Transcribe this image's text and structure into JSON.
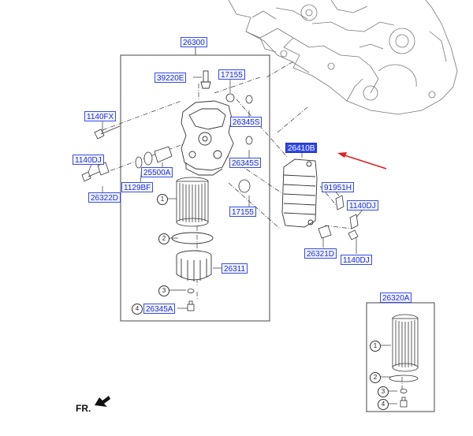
{
  "diagram": {
    "group_labels": {
      "main_assembly": "26300",
      "element_kit": "26320A"
    },
    "part_labels": [
      {
        "id": "p39220E",
        "text": "39220E",
        "highlight": false
      },
      {
        "id": "p17155a",
        "text": "17155",
        "highlight": false
      },
      {
        "id": "p1140FX",
        "text": "1140FX",
        "highlight": false
      },
      {
        "id": "p26345Sa",
        "text": "26345S",
        "highlight": false
      },
      {
        "id": "p26410B",
        "text": "26410B",
        "highlight": true
      },
      {
        "id": "p1140DJa",
        "text": "1140DJ",
        "highlight": false
      },
      {
        "id": "p26345Sb",
        "text": "26345S",
        "highlight": false
      },
      {
        "id": "p25500A",
        "text": "25500A",
        "highlight": false
      },
      {
        "id": "p1129BF",
        "text": "1129BF",
        "highlight": false
      },
      {
        "id": "p91951H",
        "text": "91951H",
        "highlight": false
      },
      {
        "id": "p26322D",
        "text": "26322D",
        "highlight": false
      },
      {
        "id": "p17155b",
        "text": "17155",
        "highlight": false
      },
      {
        "id": "p1140DJb",
        "text": "1140DJ",
        "highlight": false
      },
      {
        "id": "p26311",
        "text": "26311",
        "highlight": false
      },
      {
        "id": "p26321D",
        "text": "26321D",
        "highlight": false
      },
      {
        "id": "p1140DJc",
        "text": "1140DJ",
        "highlight": false
      },
      {
        "id": "p26345A",
        "text": "26345A",
        "highlight": false
      }
    ],
    "callout_numbers": [
      "1",
      "2",
      "3",
      "4"
    ],
    "orientation_label": "FR.",
    "colors": {
      "label_text": "#1a2fd0",
      "label_border": "#3a4fe0",
      "highlight_fill": "#3047e8",
      "arrow": "#e02020",
      "line": "#333333"
    }
  }
}
